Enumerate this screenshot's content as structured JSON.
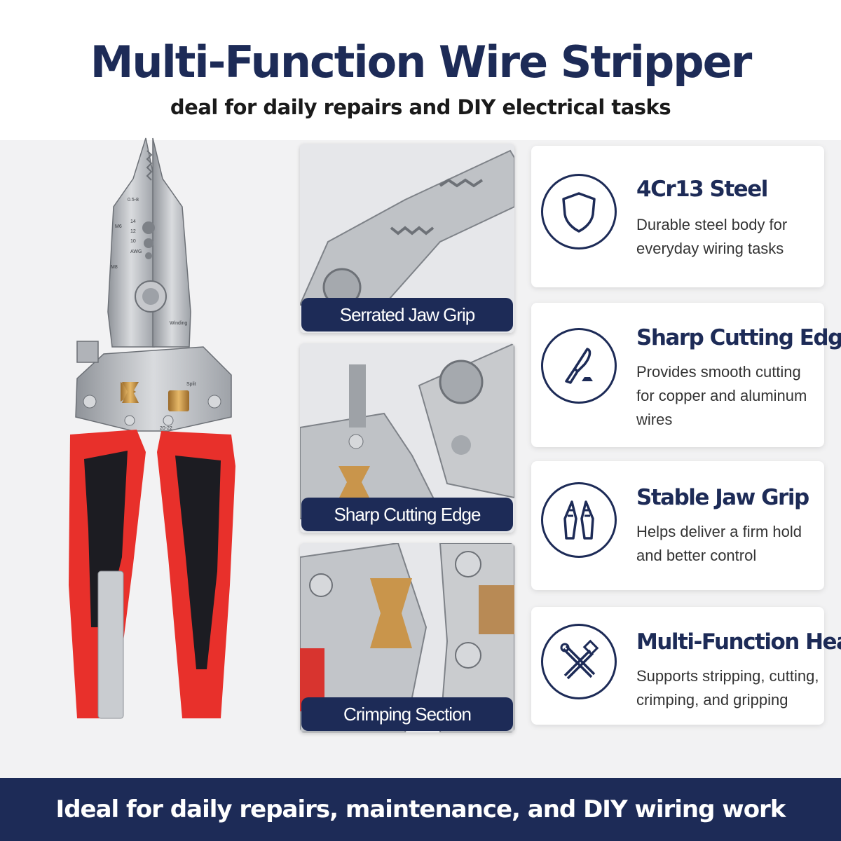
{
  "header": {
    "title": "Multi-Function Wire Stripper",
    "subtitle": "deal for daily repairs and DIY electrical tasks"
  },
  "tool": {
    "jaw_markings": [
      "0.5-8",
      "14",
      "12",
      "10",
      "AWG",
      "M6",
      "M8",
      "Winding",
      "Split",
      "20-22"
    ]
  },
  "detail_photos": [
    {
      "caption": "Serrated Jaw Grip"
    },
    {
      "caption": "Sharp Cutting Edge"
    },
    {
      "caption": "Crimping Section"
    }
  ],
  "features": [
    {
      "title": "4Cr13 Steel",
      "description": "Durable steel body for everyday wiring tasks",
      "icon": "shield-icon"
    },
    {
      "title": "Sharp Cutting Edge",
      "description": "Provides smooth cutting for copper and aluminum wires",
      "icon": "knife-icon"
    },
    {
      "title": "Stable Jaw Grip",
      "description": "Helps deliver a firm hold and better control",
      "icon": "jaw-grip-icon"
    },
    {
      "title": "Multi-Function Head",
      "description": "Supports stripping, cutting, crimping, and gripping",
      "icon": "crossed-tools-icon"
    }
  ],
  "footer": {
    "banner": "Ideal for daily repairs, maintenance, and DIY wiring work"
  },
  "colors": {
    "navy": "#1d2b57",
    "handle_red": "#e8302b",
    "handle_black": "#1c1c22",
    "steel": "#b9bcc1"
  }
}
